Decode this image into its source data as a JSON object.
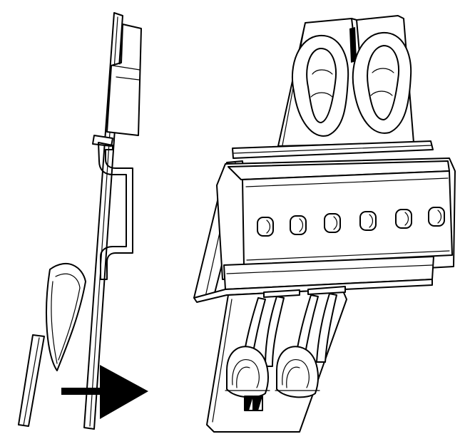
{
  "figure": {
    "kind": "technical line drawing",
    "parts": [
      "side-view-module",
      "din-rail-side-profile",
      "direction-arrow",
      "perspective-module-on-rail"
    ],
    "colors": {
      "line": "#000000",
      "fill": "#ffffff",
      "shade": "#e6e6e6"
    },
    "arrow_direction": "right"
  }
}
